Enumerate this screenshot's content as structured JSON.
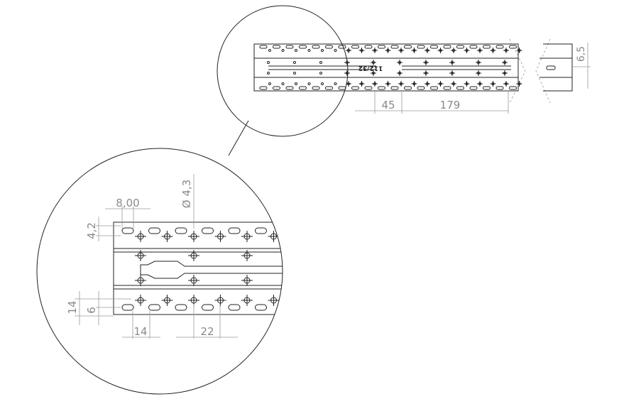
{
  "part_label": "112/32",
  "overview_dimensions": {
    "pitch": "45",
    "length": "179",
    "depth": "6,5"
  },
  "detail_dimensions": {
    "slot_length": "8,00",
    "hole_diameter": "Ø 4,3",
    "slot_width": "4,2",
    "edge_offset_large": "14",
    "edge_offset_small": "6",
    "slot_pitch": "14",
    "hole_pitch": "22"
  }
}
